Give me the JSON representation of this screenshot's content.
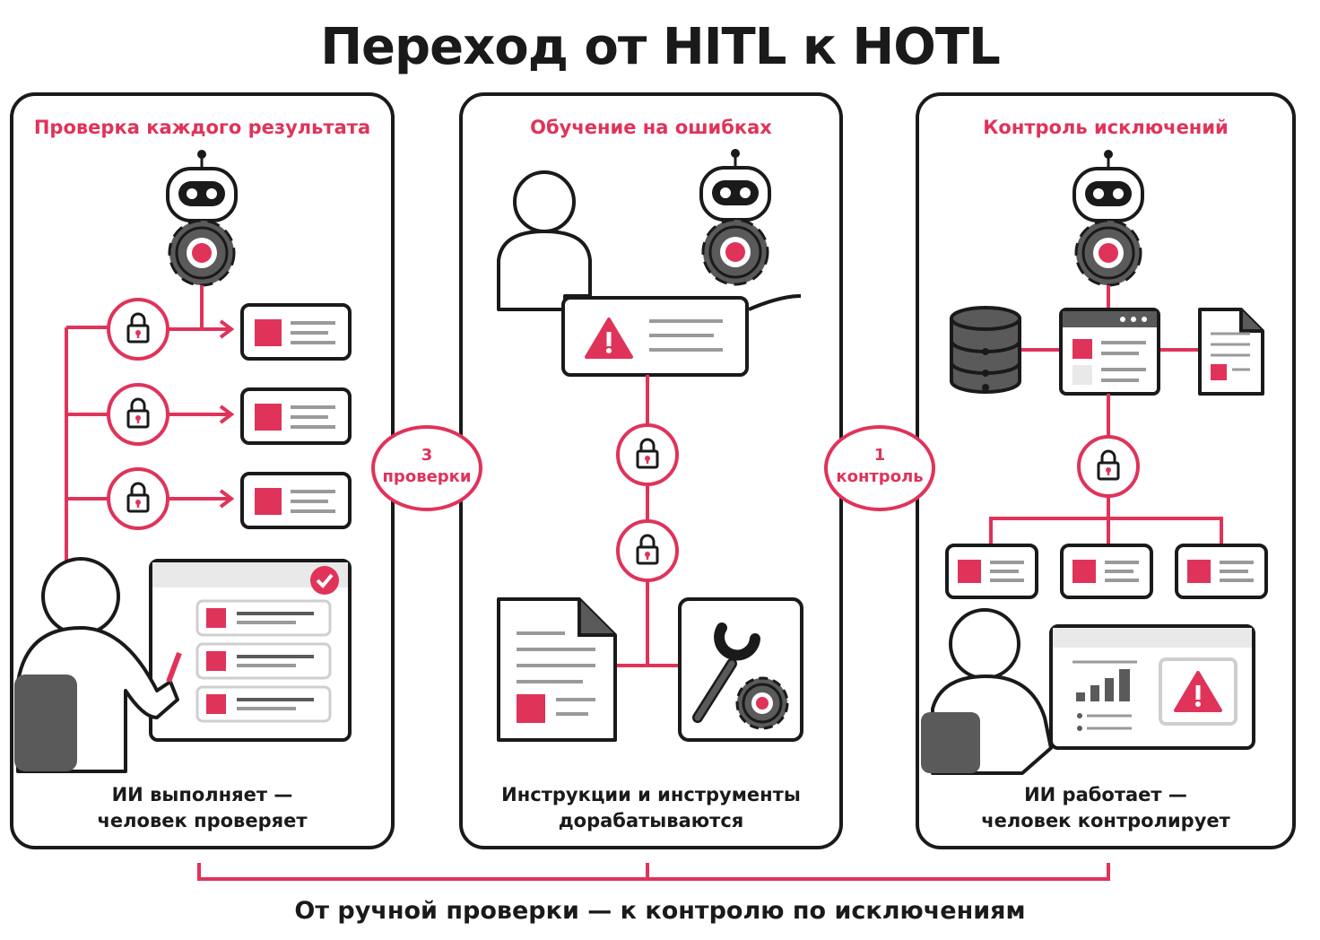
{
  "title": "Переход от HITL к HOTL",
  "panels": [
    {
      "heading": "Проверка каждого результата",
      "caption_line1": "ИИ выполняет —",
      "caption_line2": "человек проверяет"
    },
    {
      "heading": "Обучение на ошибках",
      "caption_line1": "Инструкции и инструменты",
      "caption_line2": "дорабатываются"
    },
    {
      "heading": "Контроль исключений",
      "caption_line1": "ИИ работает —",
      "caption_line2": "человек контролирует"
    }
  ],
  "bubbles": [
    {
      "number": "3",
      "label": "проверки"
    },
    {
      "number": "1",
      "label": "контроль"
    }
  ],
  "footer": "От ручной проверки — к контролю по исключениям",
  "colors": {
    "accent": "#e0335a",
    "dark": "#1a1a1a",
    "gray": "#5a5a5a",
    "light": "#e9e9e9"
  }
}
